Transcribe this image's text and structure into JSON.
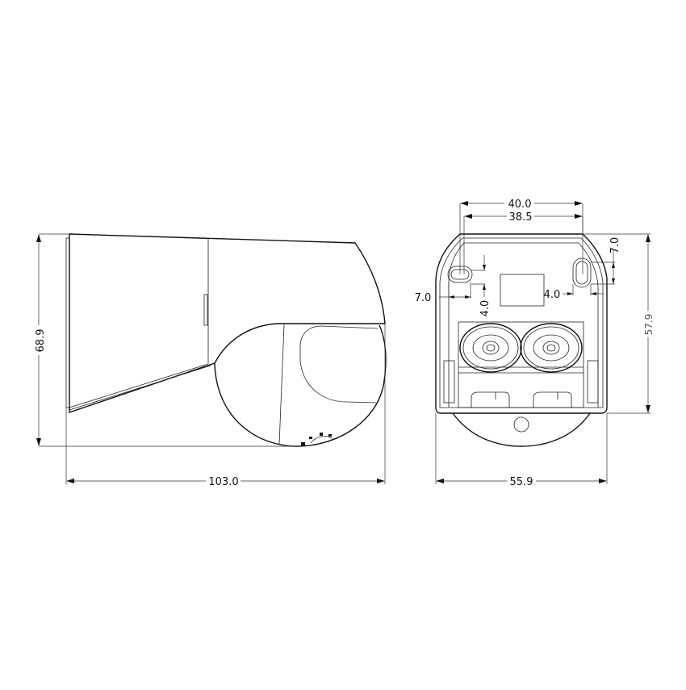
{
  "drawing": {
    "type": "technical-dimension-drawing",
    "units": "mm",
    "views": [
      {
        "name": "side-view",
        "dimensions": {
          "height": "68.9",
          "length": "103.0"
        }
      },
      {
        "name": "rear-view",
        "dimensions": {
          "outer_width": "55.9",
          "height": "57.9",
          "hole_spacing_outer": "40.0",
          "hole_spacing_inner": "38.5",
          "hole_offset_left": "7.0",
          "hole_offset_right": "7.0",
          "hole_size_left": "4.0",
          "hole_size_right": "4.0"
        }
      }
    ]
  },
  "labels": {
    "side_height": "68.9",
    "side_length": "103.0",
    "rear_width": "55.9",
    "rear_height": "57.9",
    "spacing_40": "40.0",
    "spacing_38": "38.5",
    "left_7": "7.0",
    "right_7": "7.0",
    "left_4": "4.0",
    "right_4": "4.0"
  }
}
